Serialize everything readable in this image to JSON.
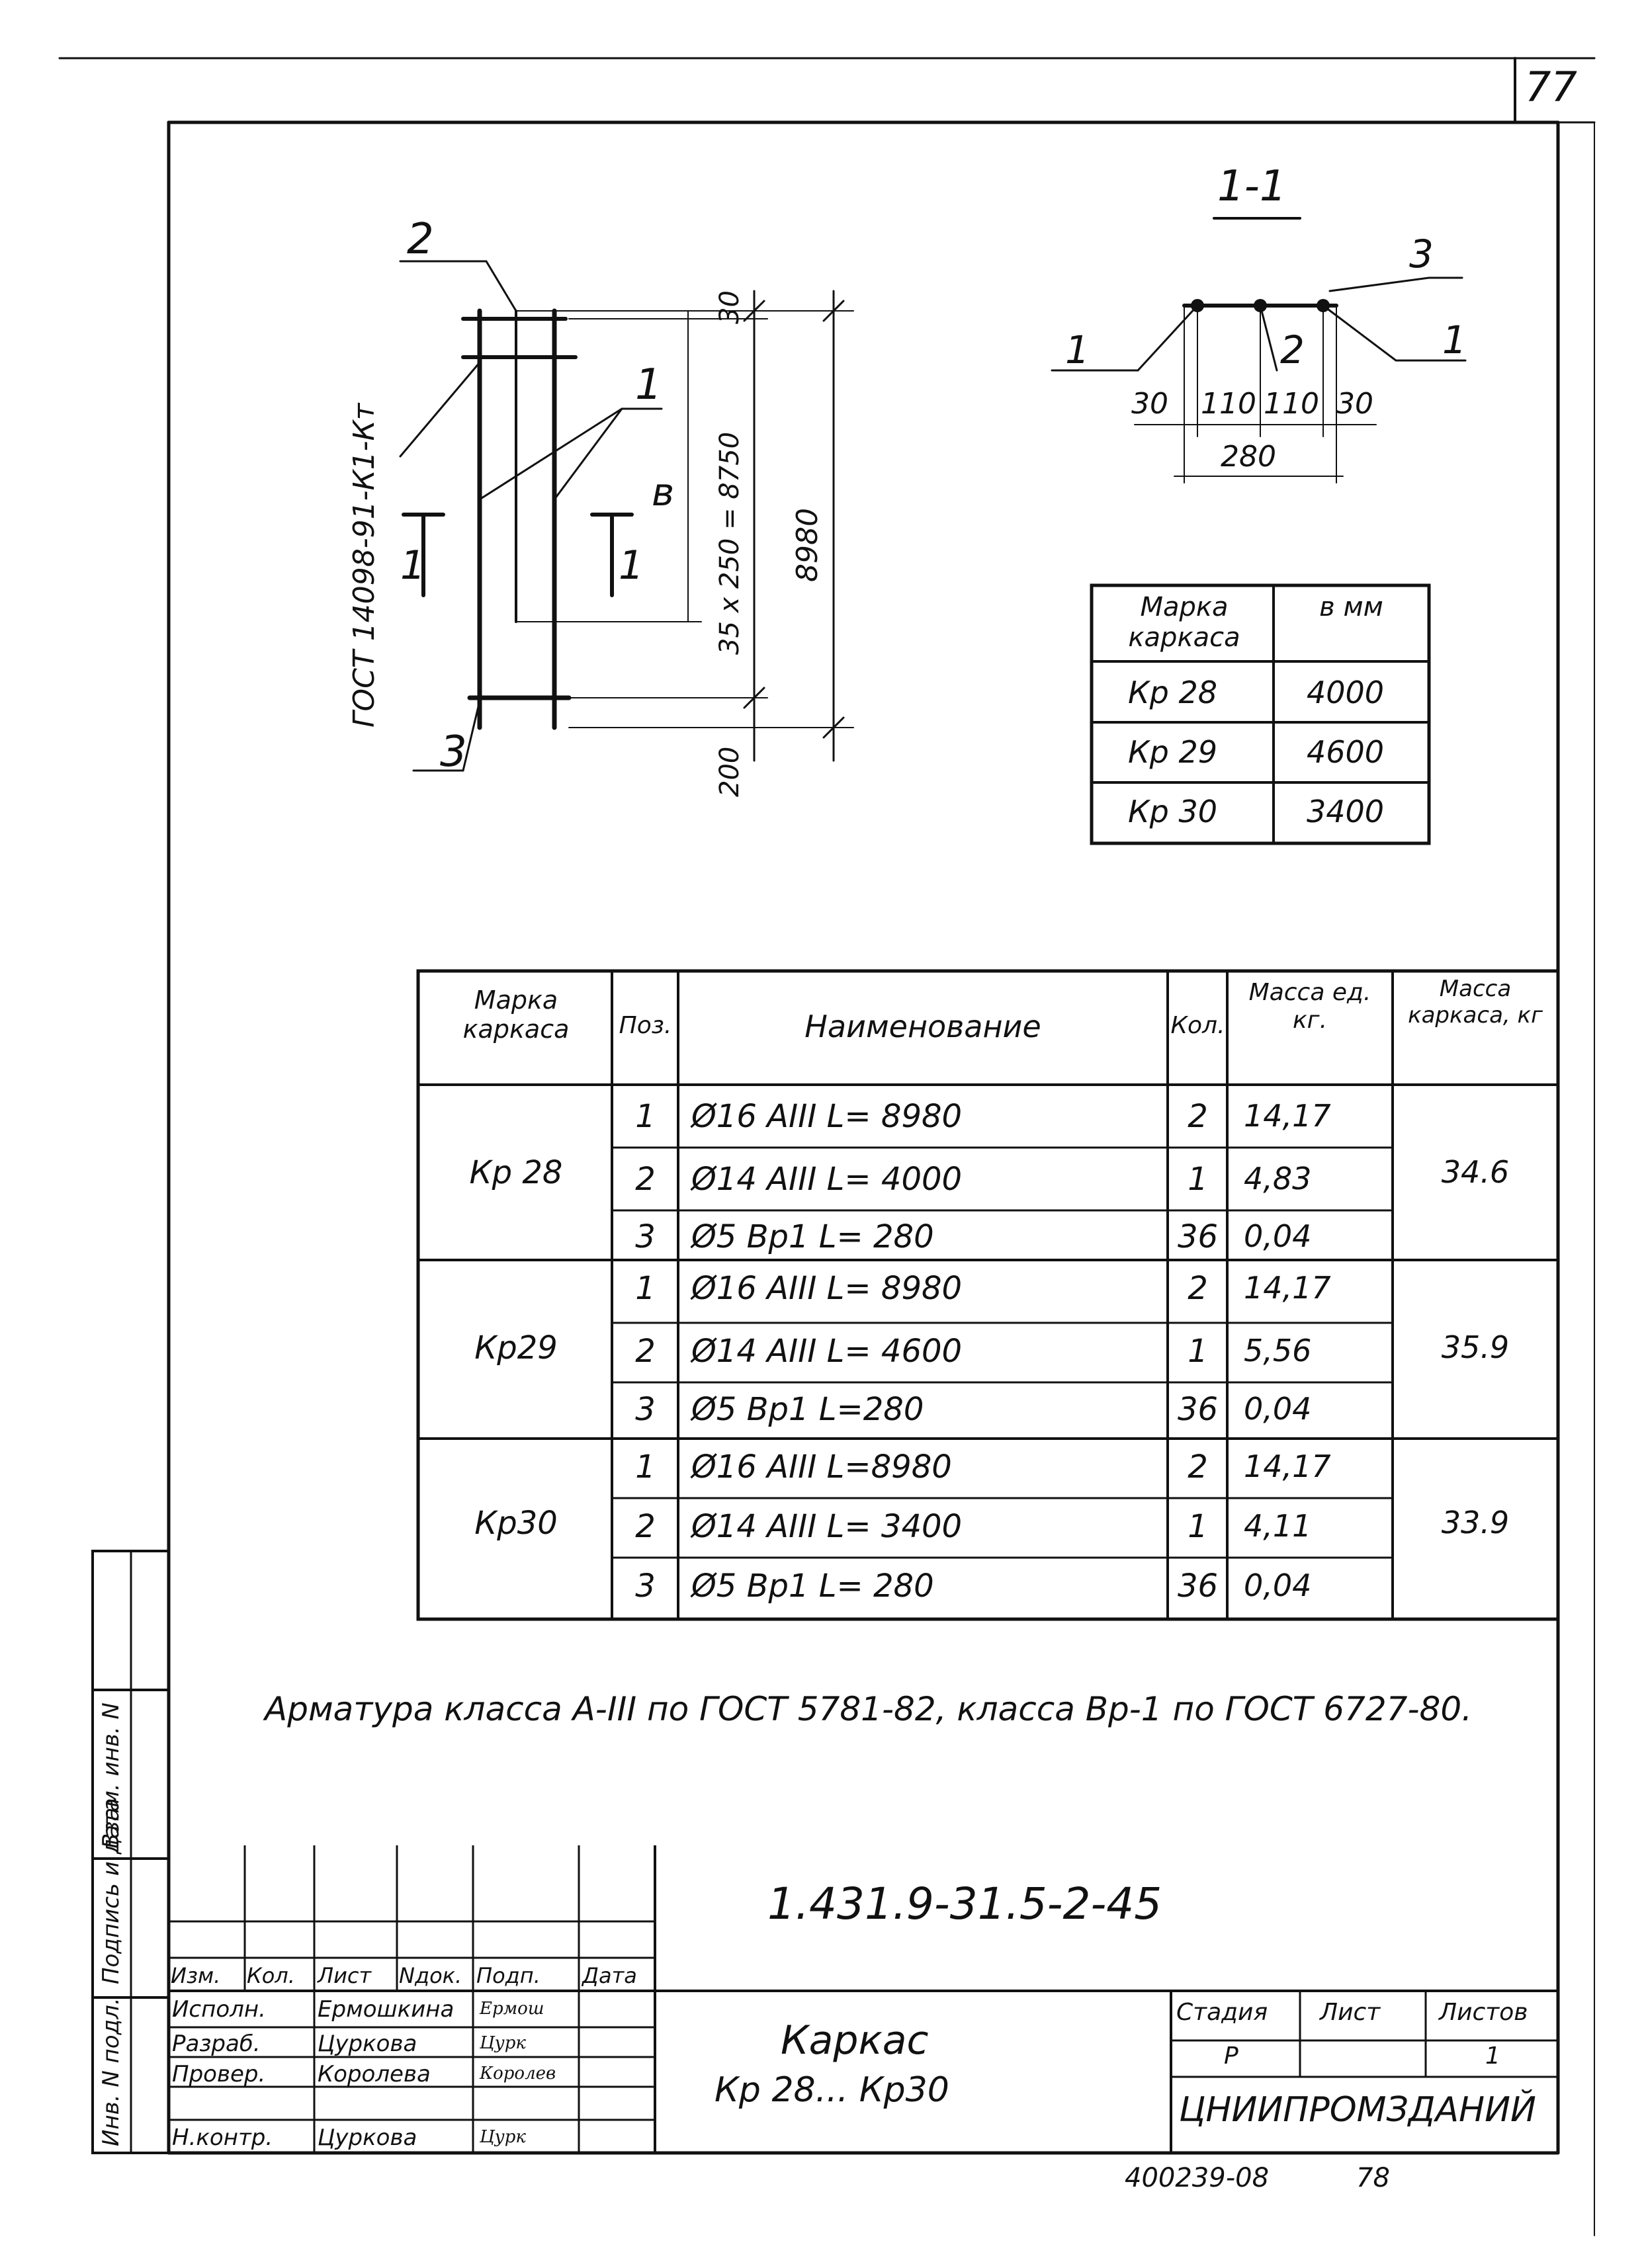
{
  "sheet_number": "77",
  "drawing": {
    "gost_note": "ГОСТ 14098-91-К1-Кт",
    "labels": {
      "p2": "2",
      "p1": "1",
      "p3": "3",
      "cut_left": "1",
      "cut_right": "1",
      "b": "в"
    },
    "dims": {
      "d_top": "30",
      "d_mid": "35 x 250 = 8750",
      "d_total": "8980",
      "d_bottom": "200"
    }
  },
  "section": {
    "title": "1-1",
    "labels": {
      "left1": "1",
      "right1": "1",
      "mid2": "2",
      "top3": "3"
    },
    "dims": {
      "a": "30",
      "b": "110",
      "c": "110",
      "d": "30",
      "total": "280"
    }
  },
  "small_table": {
    "headers": {
      "col1": "Марка каркаса",
      "col2": "в мм"
    },
    "rows": [
      {
        "mark": "Кр 28",
        "b": "4000"
      },
      {
        "mark": "Кр 29",
        "b": "4600"
      },
      {
        "mark": "Кр 30",
        "b": "3400"
      }
    ]
  },
  "spec_table": {
    "headers": {
      "mark": "Марка каркаса",
      "pos": "Поз.",
      "name": "Наименование",
      "qty": "Кол.",
      "unit_mass": "Масса ед. кг.",
      "frame_mass": "Масса каркаса, кг"
    },
    "groups": [
      {
        "mark": "Кр 28",
        "mass": "34.6",
        "rows": [
          {
            "pos": "1",
            "name": "Ø16 АIII  L= 8980",
            "qty": "2",
            "unit_mass": "14,17"
          },
          {
            "pos": "2",
            "name": "Ø14 АIII  L= 4000",
            "qty": "1",
            "unit_mass": "4,83"
          },
          {
            "pos": "3",
            "name": "Ø5 Вр1  L= 280",
            "qty": "36",
            "unit_mass": "0,04"
          }
        ]
      },
      {
        "mark": "Кр29",
        "mass": "35.9",
        "rows": [
          {
            "pos": "1",
            "name": "Ø16 АIII  L= 8980",
            "qty": "2",
            "unit_mass": "14,17"
          },
          {
            "pos": "2",
            "name": "Ø14 АIII  L= 4600",
            "qty": "1",
            "unit_mass": "5,56"
          },
          {
            "pos": "3",
            "name": "Ø5 Вр1  L=280",
            "qty": "36",
            "unit_mass": "0,04"
          }
        ]
      },
      {
        "mark": "Кр30",
        "mass": "33.9",
        "rows": [
          {
            "pos": "1",
            "name": "Ø16 АIII  L=8980",
            "qty": "2",
            "unit_mass": "14,17"
          },
          {
            "pos": "2",
            "name": "Ø14 АIII  L= 3400",
            "qty": "1",
            "unit_mass": "4,11"
          },
          {
            "pos": "3",
            "name": "Ø5 Вр1  L= 280",
            "qty": "36",
            "unit_mass": "0,04"
          }
        ]
      }
    ]
  },
  "note": "Арматура класса А-III по ГОСТ 5781-82, класса Вр-1 по ГОСТ 6727-80.",
  "title_block": {
    "code": "1.431.9-31.5-2-45",
    "headers": {
      "izm": "Изм.",
      "kol": "Кол.",
      "list": "Лист",
      "ndok": "Nдок.",
      "podp": "Подп.",
      "data": "Дата"
    },
    "people": [
      {
        "role": "Исполн.",
        "name": "Ермошкина",
        "sign": "Ермош"
      },
      {
        "role": "Разраб.",
        "name": "Цуркова",
        "sign": "Цурк"
      },
      {
        "role": "Провер.",
        "name": "Королева",
        "sign": "Королев"
      },
      {
        "role": "Н.контр.",
        "name": "Цуркова",
        "sign": "Цурк"
      }
    ],
    "name_line1": "Каркас",
    "name_line2": "Кр 28...  Кр30",
    "stage_headers": {
      "stadiya": "Стадия",
      "list": "Лист",
      "listov": "Листов"
    },
    "stage_values": {
      "stadiya": "Р",
      "list": "",
      "listov": "1"
    },
    "org": "ЦНИИПРОМЗДАНИЙ"
  },
  "side_stamp": {
    "inv_podl": "Инв. N подл.",
    "podpis": "Подпись и дата",
    "vzam": "Взам. инв. N"
  },
  "footer": {
    "archive": "400239-08",
    "page": "78"
  }
}
